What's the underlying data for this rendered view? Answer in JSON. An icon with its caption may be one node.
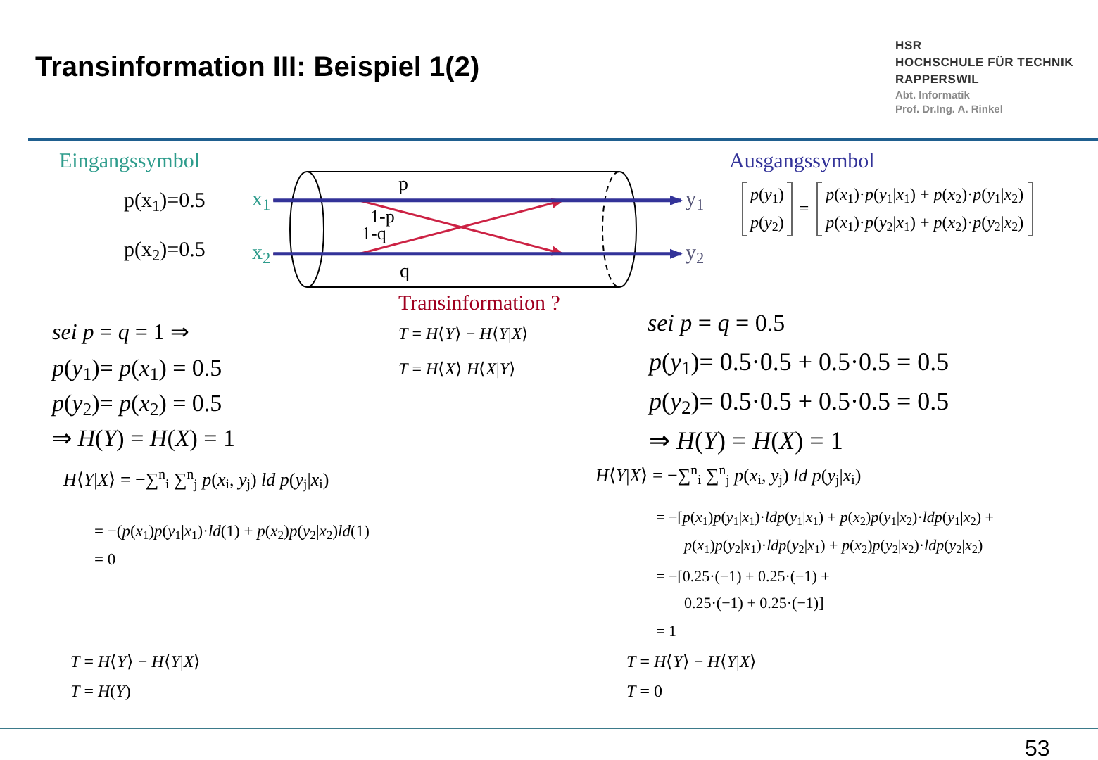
{
  "diagram": {
    "title": "Transinformation III: Beispiel 1(2)",
    "nodes": [
      {
        "text": [
          "x$_{1}$"
        ],
        "beside": [
          "p(x$_{1}$)=0.5"
        ]
      },
      {
        "text": [
          "x$_{2}$"
        ],
        "beside": [
          "p(x$_{2}$)=0.5"
        ]
      },
      {
        "text": [
          "y$_{1}$"
        ]
      },
      {
        "text": [
          "y$_{2}$"
        ]
      }
    ],
    "edges": [
      {
        "from": 0,
        "to": 2,
        "arrow": "to",
        "label": "p"
      },
      {
        "from": 1,
        "to": 3,
        "arrow": "to",
        "label": "q"
      },
      {
        "from": 0,
        "to": 3,
        "arrow": "to",
        "label": "1-p",
        "color": "#cc2244"
      },
      {
        "from": 1,
        "to": 2,
        "arrow": "to",
        "label": "1-q",
        "color": "#cc2244"
      }
    ],
    "labels": [
      "HSR",
      "HOCHSCHULE FÜR TECHNIK",
      "RAPPERSWIL",
      "Abt. Informatik",
      "Prof. Dr.Ing. A. Rinkel",
      "Eingangssymbol",
      "Ausgangssymbol",
      "*p*(*y*$_{1}$)",
      "*p*(*y*$_{2}$)",
      "=",
      "*p*(*x*$_{1}$)·*p*(*y*$_{1}$|*x*$_{1}$) + *p*(*x*$_{2}$)·*p*(*y*$_{1}$|*x*$_{2}$)",
      "*p*(*x*$_{1}$)·*p*(*y*$_{2}$|*x*$_{1}$) + *p*(*x*$_{2}$)·*p*(*y*$_{2}$|*x*$_{2}$)",
      "Transinformation ?",
      "*T* = *H*⟨*Y*⟩ − *H*⟨*Y*|*X*⟩",
      "*T* = *H*⟨*X*⟩   *H*⟨*X*|*Y*⟩",
      "*sei*   *p* = *q* = 1 ⇒",
      "*p*(*y*$_{1}$)= *p*(*x*$_{1}$) = 0.5",
      "*p*(*y*$_{2}$)= *p*(*x*$_{2}$) = 0.5",
      "⇒ *H*(*Y*) = *H*(*X*) = 1",
      "*H*⟨*Y*|*X*⟩ = −∑$^{n}$$_{i}$ ∑$^{n}$$_{j}$ *p*(*x*$_{i}$, *y*$_{j}$) *ld* *p*(*y*$_{j}$|*x*$_{i}$)",
      "= −(*p*(*x*$_{1}$)*p*(*y*$_{1}$|*x*$_{1}$)·*ld*(1) + *p*(*x*$_{2}$)*p*(*y*$_{2}$|*x*$_{2}$)*ld*(1)",
      "= 0",
      "*T* = *H*⟨*Y*⟩ − *H*⟨*Y*|*X*⟩",
      "*T* = *H*(*Y*)",
      "*sei* *p* = *q* = 0.5",
      "*p*(*y*$_{1}$)= 0.5·0.5 + 0.5·0.5 = 0.5",
      "*p*(*y*$_{2}$)= 0.5·0.5 + 0.5·0.5 = 0.5",
      "⇒ *H*(*Y*) = *H*(*X*) = 1",
      "*H*⟨*Y*|*X*⟩ = −∑$^{n}$$_{i}$ ∑$^{n}$$_{j}$ *p*(*x*$_{i}$, *y*$_{j}$) *ld* *p*(*y*$_{j}$|*x*$_{i}$)",
      "= −[*p*(*x*$_{1}$)*p*(*y*$_{1}$|*x*$_{1}$)·*ldp*(*y*$_{1}$|*x*$_{1}$) + *p*(*x*$_{2}$)*p*(*y*$_{1}$|*x*$_{2}$)·*ldp*(*y*$_{1}$|*x*$_{2}$) +",
      "*p*(*x*$_{1}$)*p*(*y*$_{2}$|*x*$_{1}$)·*ldp*(*y*$_{2}$|*x*$_{1}$) + *p*(*x*$_{2}$)*p*(*y*$_{2}$|*x*$_{2}$)·*ldp*(*y*$_{2}$|*x*$_{2}$)",
      "= −[0.25·(−1) + 0.25·(−1) +",
      "0.25·(−1) + 0.25·(−1)]",
      "= 1",
      "*T* = *H*⟨*Y*⟩ − *H*⟨*Y*|*X*⟩",
      "*T* = 0",
      "53"
    ]
  }
}
